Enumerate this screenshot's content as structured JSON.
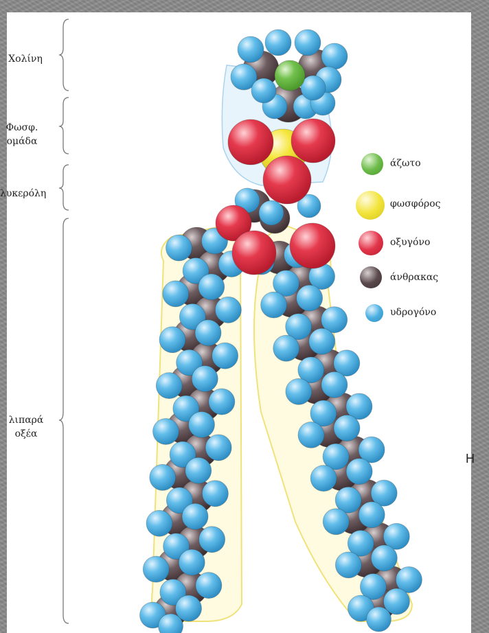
{
  "regions": {
    "choline": "Χολίνη",
    "phosphate_line1": "Φωσφ.",
    "phosphate_line2": "ομάδα",
    "glycerol": "λυκερόλη",
    "fatty_acids_line1": "λιπαρά",
    "fatty_acids_line2": "οξέα"
  },
  "legend": [
    {
      "label": "άζωτο",
      "color": "#6dbb4a"
    },
    {
      "label": "φωσφόρος",
      "color": "#f2e43a"
    },
    {
      "label": "οξυγόνο",
      "color": "#e2354a"
    },
    {
      "label": "άνθρακας",
      "color": "#5a4a4e"
    },
    {
      "label": "υδρογόνο",
      "color": "#4aaee0"
    }
  ],
  "edge_text": "H"
}
